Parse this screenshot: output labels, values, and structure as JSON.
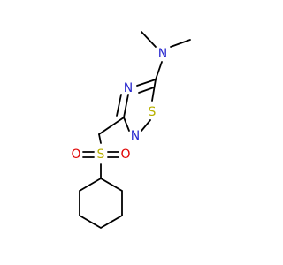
{
  "molecule": {
    "atoms": {
      "n_amine": {
        "label": "N",
        "color": "#2a2acf"
      },
      "n_ring": {
        "label": "N",
        "color": "#2a2acf"
      },
      "s_ring": {
        "label": "S",
        "color": "#b8b000"
      },
      "n_ring2": {
        "label": "N",
        "color": "#2a2acf"
      },
      "s_sulfonyl": {
        "label": "S",
        "color": "#b8b000"
      },
      "o_left": {
        "label": "O",
        "color": "#e00000"
      },
      "o_right": {
        "label": "O",
        "color": "#e00000"
      }
    },
    "colors": {
      "bond": "#000000",
      "nitrogen": "#2a2acf",
      "sulfur": "#b8b000",
      "oxygen": "#e00000"
    }
  }
}
